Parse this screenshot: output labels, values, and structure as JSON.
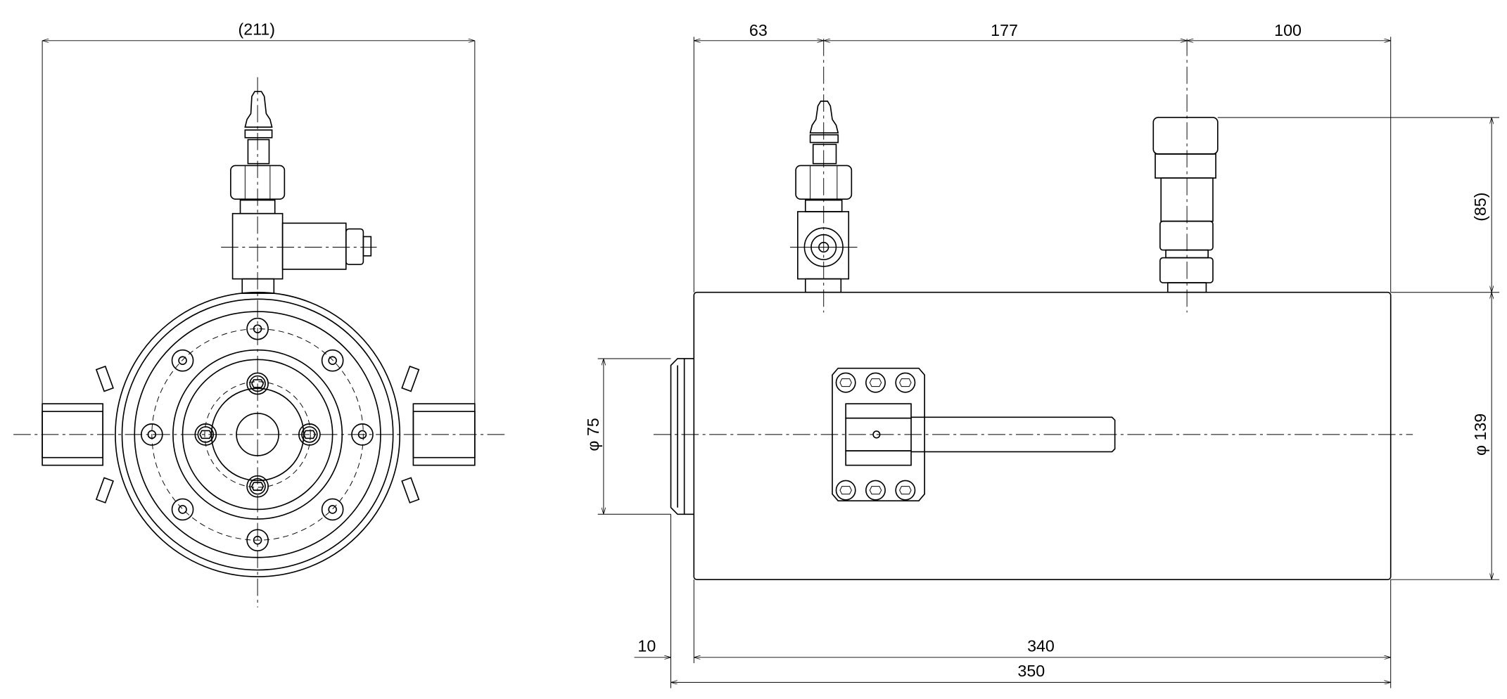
{
  "drawing": {
    "front_view": {
      "width_label": "(211)"
    },
    "side_view": {
      "dim_63": "63",
      "dim_177": "177",
      "dim_100": "100",
      "dim_85": "(85)",
      "dim_dia139": "φ 139",
      "dim_dia75": "φ 75",
      "dim_10": "10",
      "dim_340": "340",
      "dim_350": "350"
    }
  }
}
